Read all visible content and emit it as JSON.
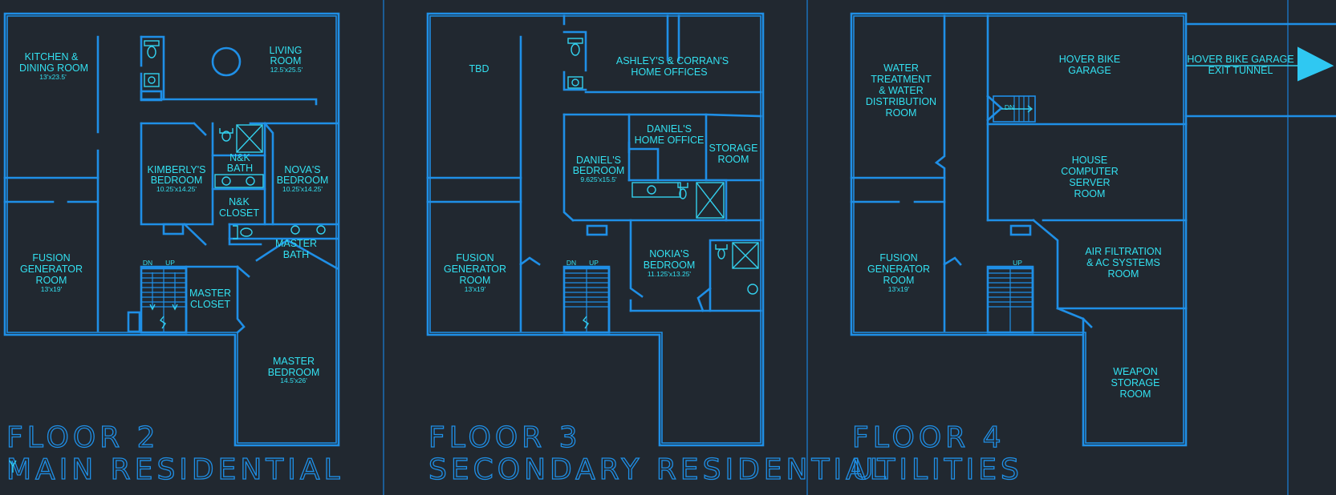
{
  "floors": [
    {
      "title": "FLOOR 2",
      "subtitle": "MAIN RESIDENTIAL",
      "rooms": [
        {
          "lines": [
            "KITCHEN &",
            "DINING ROOM"
          ],
          "dim": "13'x23.5'"
        },
        {
          "lines": [
            "LIVING",
            "ROOM"
          ],
          "dim": "12.5'x25.5'"
        },
        {
          "lines": [
            "KIMBERLY'S",
            "BEDROOM"
          ],
          "dim": "10.25'x14.25'"
        },
        {
          "lines": [
            "N&K",
            "BATH"
          ],
          "dim": ""
        },
        {
          "lines": [
            "NOVA'S",
            "BEDROOM"
          ],
          "dim": "10.25'x14.25'"
        },
        {
          "lines": [
            "N&K",
            "CLOSET"
          ],
          "dim": ""
        },
        {
          "lines": [
            "MASTER",
            "BATH"
          ],
          "dim": ""
        },
        {
          "lines": [
            "FUSION",
            "GENERATOR",
            "ROOM"
          ],
          "dim": "13'x19'"
        },
        {
          "lines": [
            "MASTER",
            "CLOSET"
          ],
          "dim": ""
        },
        {
          "lines": [
            "MASTER",
            "BEDROOM"
          ],
          "dim": "14.5'x26'"
        }
      ],
      "stairs": {
        "dn": "DN",
        "up": "UP"
      }
    },
    {
      "title": "FLOOR 3",
      "subtitle": "SECONDARY RESIDENTIAL",
      "rooms": [
        {
          "lines": [
            "TBD"
          ],
          "dim": ""
        },
        {
          "lines": [
            "ASHLEY'S & CORRAN'S",
            "HOME OFFICES"
          ],
          "dim": ""
        },
        {
          "lines": [
            "DANIEL'S",
            "HOME OFFICE"
          ],
          "dim": ""
        },
        {
          "lines": [
            "STORAGE",
            "ROOM"
          ],
          "dim": ""
        },
        {
          "lines": [
            "DANIEL'S",
            "BEDROOM"
          ],
          "dim": "9.625'x15.5'"
        },
        {
          "lines": [
            "FUSION",
            "GENERATOR",
            "ROOM"
          ],
          "dim": "13'x19'"
        },
        {
          "lines": [
            "NOKIA'S",
            "BEDROOM"
          ],
          "dim": "11.125'x13.25'"
        }
      ],
      "stairs": {
        "dn": "DN",
        "up": "UP"
      }
    },
    {
      "title": "FLOOR 4",
      "subtitle": "UTILITIES",
      "rooms": [
        {
          "lines": [
            "WATER",
            "TREATMENT",
            "& WATER",
            "DISTRIBUTION",
            "ROOM"
          ],
          "dim": ""
        },
        {
          "lines": [
            "HOVER BIKE",
            "GARAGE"
          ],
          "dim": ""
        },
        {
          "lines": [
            "HOUSE",
            "COMPUTER",
            "SERVER",
            "ROOM"
          ],
          "dim": ""
        },
        {
          "lines": [
            "FUSION",
            "GENERATOR",
            "ROOM"
          ],
          "dim": "13'x19'"
        },
        {
          "lines": [
            "AIR FILTRATION",
            "& AC SYSTEMS",
            "ROOM"
          ],
          "dim": ""
        },
        {
          "lines": [
            "WEAPON",
            "STORAGE",
            "ROOM"
          ],
          "dim": ""
        }
      ],
      "stairs": {
        "dn": "DN",
        "up": "UP"
      },
      "exit": {
        "lines": [
          "HOVER BIKE GARAGE",
          "EXIT TUNNEL"
        ]
      }
    }
  ],
  "colors": {
    "background": "#212830",
    "walls": "#1f8fe6",
    "text": "#33e0f0"
  }
}
